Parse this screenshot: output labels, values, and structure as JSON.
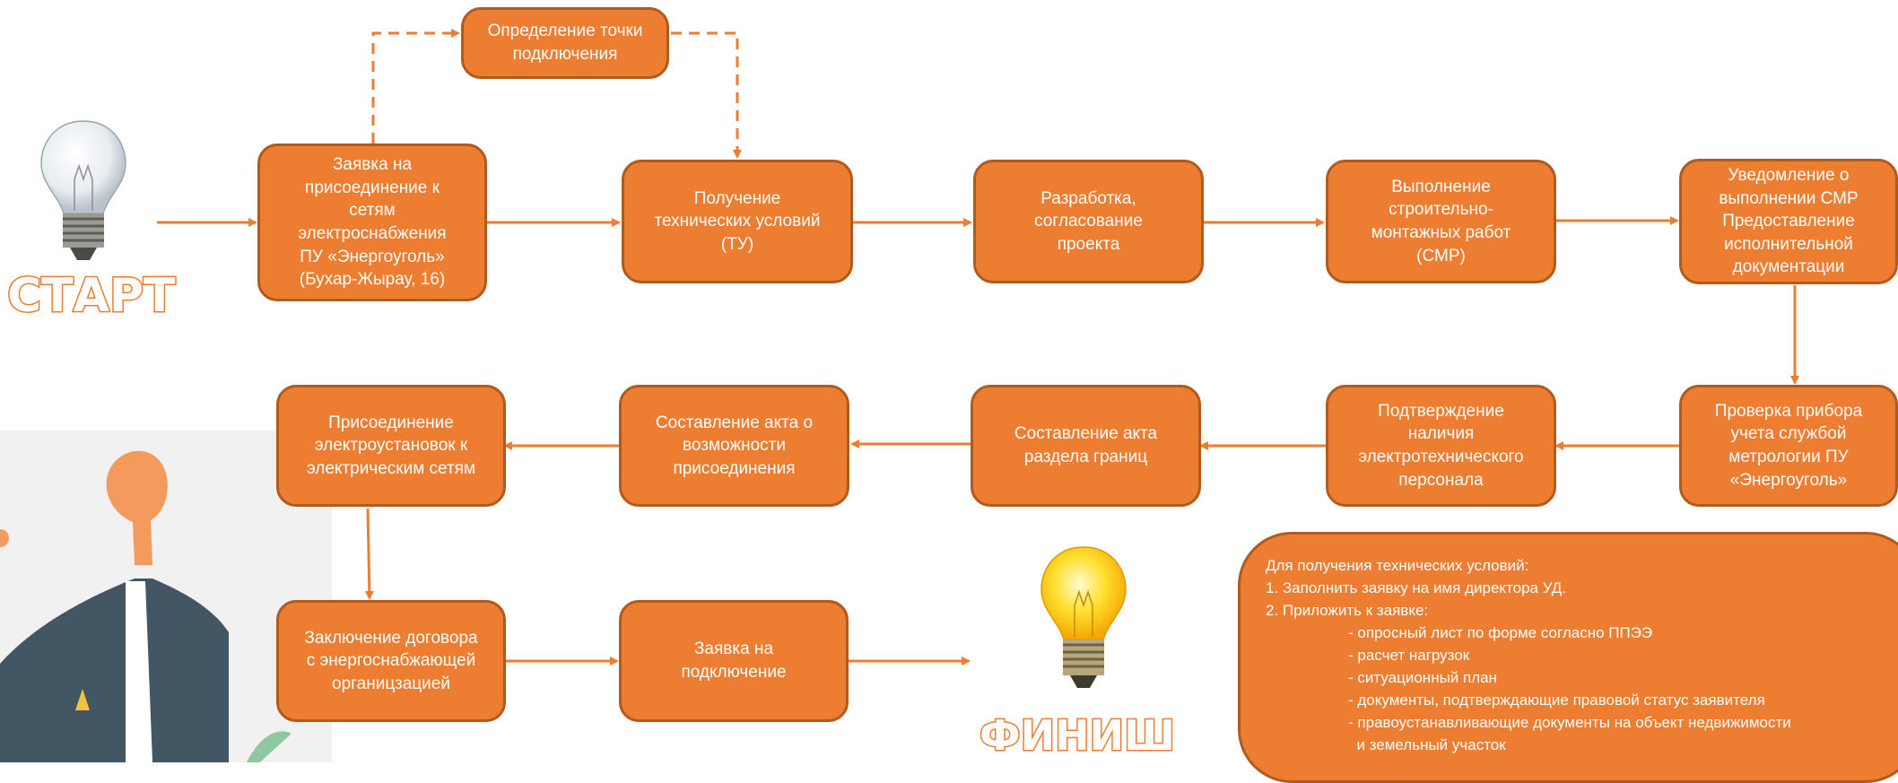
{
  "start_label": "СТАРТ",
  "finish_label": "ФИНИШ",
  "steps": [
    {
      "text": "Определение точки\nподключения"
    },
    {
      "text": "Заявка на\nприсоединение к\nсетям\nэлектроснабжения\nПУ «Энергоуголь»\n(Бухар-Жырау, 16)"
    },
    {
      "text": "Получение\nтехнических условий\n(ТУ)"
    },
    {
      "text": "Разработка,\nсогласование\nпроекта"
    },
    {
      "text": "Выполнение\nстроительно-\nмонтажных работ\n(СМР)"
    },
    {
      "text": "Уведомление о\nвыполнении СМР\nПредоставление\nисполнительной\nдокументации"
    },
    {
      "text": "Проверка прибора\nучета службой\nметрологии ПУ\n«Энергоуголь»"
    },
    {
      "text": "Подтверждение\nналичия\nэлектротехнического\nперсонала"
    },
    {
      "text": "Составление акта\nраздела границ"
    },
    {
      "text": "Составление акта о\nвозможности\nприсоединения"
    },
    {
      "text": "Присоединение\nэлектроустановок к\nэлектрическим сетям"
    },
    {
      "text": "Заключение договора\nс энергоснабжающей\nорганицзацией"
    },
    {
      "text": "Заявка на\nподключение"
    }
  ],
  "info": {
    "title": "Для получения технических условий:",
    "items": [
      "1. Заполнить заявку на имя директора УД.",
      "2. Приложить к заявке:"
    ],
    "subitems": [
      "- опросный лист по форме согласно ППЭЭ",
      "- расчет нагрузок",
      "- ситуационный план",
      "- документы, подтверждающие правовой статус заявителя",
      "- правоустанавливающие документы на объект недвижимости",
      "  и земельный участок"
    ]
  },
  "colors": {
    "box_fill": "#ED7D31",
    "box_border": "#B05A1E",
    "arrow": "#ED7D31"
  }
}
